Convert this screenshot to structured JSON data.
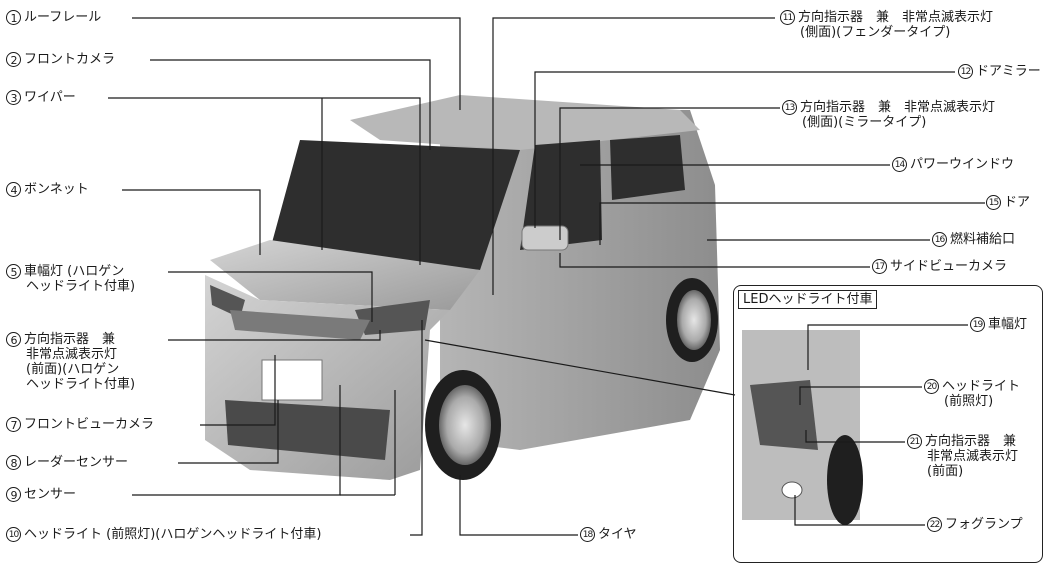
{
  "labels": [
    {
      "num": "1",
      "text": "ルーフレール"
    },
    {
      "num": "2",
      "text": "フロントカメラ"
    },
    {
      "num": "3",
      "text": "ワイパー"
    },
    {
      "num": "4",
      "text": "ボンネット"
    },
    {
      "num": "5",
      "text": "車幅灯 (ハロゲン",
      "text2": "ヘッドライト付車)"
    },
    {
      "num": "6",
      "text": "方向指示器　兼",
      "text2": "非常点滅表示灯",
      "text3": "(前面)(ハロゲン",
      "text4": "ヘッドライト付車)"
    },
    {
      "num": "7",
      "text": "フロントビューカメラ"
    },
    {
      "num": "8",
      "text": "レーダーセンサー"
    },
    {
      "num": "9",
      "text": "センサー"
    },
    {
      "num": "10",
      "text": "ヘッドライト (前照灯)(ハロゲンヘッドライト付車)"
    },
    {
      "num": "11",
      "text": "方向指示器　兼　非常点滅表示灯",
      "text2": "(側面)(フェンダータイプ)"
    },
    {
      "num": "12",
      "text": "ドアミラー"
    },
    {
      "num": "13",
      "text": "方向指示器　兼　非常点滅表示灯",
      "text2": "(側面)(ミラータイプ)"
    },
    {
      "num": "14",
      "text": "パワーウインドウ"
    },
    {
      "num": "15",
      "text": "ドア"
    },
    {
      "num": "16",
      "text": "燃料補給口"
    },
    {
      "num": "17",
      "text": "サイドビューカメラ"
    },
    {
      "num": "18",
      "text": "タイヤ"
    },
    {
      "num": "19",
      "text": "車幅灯"
    },
    {
      "num": "20",
      "text": "ヘッドライト",
      "text2": "(前照灯)"
    },
    {
      "num": "21",
      "text": "方向指示器　兼",
      "text2": "非常点滅表示灯",
      "text3": "(前面)"
    },
    {
      "num": "22",
      "text": "フォグランプ"
    }
  ],
  "inset_title": "LEDヘッドライト付車"
}
